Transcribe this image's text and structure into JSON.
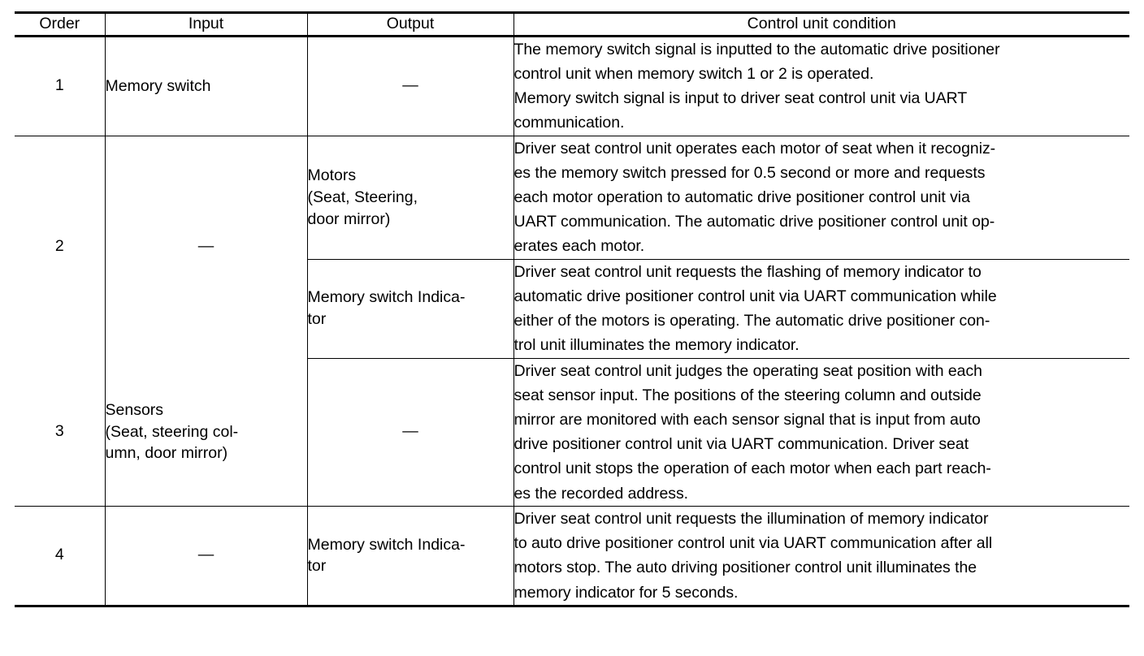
{
  "table": {
    "headers": [
      {
        "label": "Order",
        "name": "header-order"
      },
      {
        "label": "Input",
        "name": "header-input"
      },
      {
        "label": "Output",
        "name": "header-output"
      },
      {
        "label": "Control unit condition",
        "name": "header-control-unit-condition"
      }
    ],
    "rows": [
      {
        "order": "1",
        "input": "Memory switch",
        "output": "—",
        "condition": "The memory switch signal is inputted to the automatic drive positioner\ncontrol unit when memory switch 1 or 2 is operated.\nMemory switch signal is input to driver seat control unit via UART\ncommunication."
      },
      {
        "order": "2",
        "input": "—",
        "subrows": [
          {
            "output": "Motors\n(Seat, Steering,\ndoor mirror)",
            "condition": "Driver seat control unit operates each motor of seat when it recogniz-\nes the memory switch pressed for 0.5 second or more and requests\neach motor operation to automatic drive positioner control unit via\nUART communication. The automatic drive positioner control unit op-\nerates each motor."
          },
          {
            "output": "Memory switch Indica-\ntor",
            "condition": "Driver seat control unit requests the flashing of memory indicator to\nautomatic drive positioner control unit via UART communication while\neither of the motors is operating. The automatic drive positioner con-\ntrol unit illuminates the memory indicator."
          }
        ]
      },
      {
        "order": "3",
        "input": "Sensors\n(Seat, steering col-\numn, door mirror)",
        "output": "—",
        "condition": "Driver seat control unit judges the operating seat position with each\nseat sensor input. The positions of the steering column and outside\nmirror are monitored with each sensor signal that is input from auto\ndrive positioner control unit via UART communication. Driver seat\ncontrol unit stops the operation of each motor when each part reach-\nes the recorded address."
      },
      {
        "order": "4",
        "input": "—",
        "output": "Memory switch Indica-\ntor",
        "condition": "Driver seat control unit requests the illumination of memory indicator\nto auto drive positioner control unit via UART communication after all\nmotors stop. The auto driving positioner control unit illuminates the\nmemory indicator for 5 seconds."
      }
    ]
  },
  "colors": {
    "text": "#000000",
    "background": "#ffffff",
    "rule": "#000000"
  }
}
